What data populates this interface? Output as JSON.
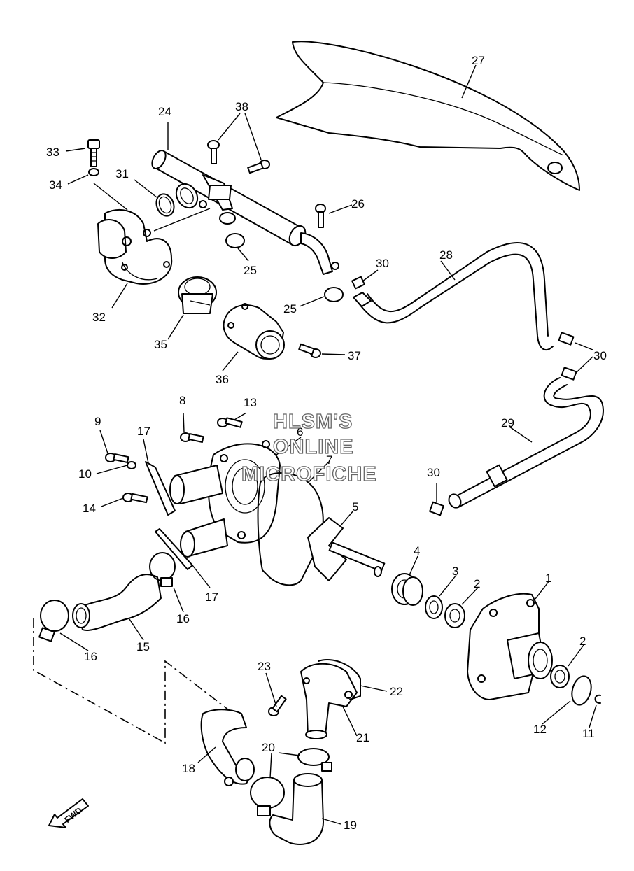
{
  "watermark": {
    "line1": "HLSM'S",
    "line2": "ONLINE",
    "line3": "MICROFICHE"
  },
  "direction_label": "FWD",
  "part_numbers": {
    "p1": "1",
    "p2a": "2",
    "p2b": "2",
    "p3": "3",
    "p4": "4",
    "p5": "5",
    "p6": "6",
    "p7": "7",
    "p8": "8",
    "p9": "9",
    "p10": "10",
    "p11": "11",
    "p12": "12",
    "p13": "13",
    "p14": "14",
    "p15": "15",
    "p16a": "16",
    "p16b": "16",
    "p17a": "17",
    "p17b": "17",
    "p18": "18",
    "p19": "19",
    "p20": "20",
    "p21": "21",
    "p22": "22",
    "p23": "23",
    "p24": "24",
    "p25a": "25",
    "p25b": "25",
    "p26": "26",
    "p27": "27",
    "p28": "28",
    "p29": "29",
    "p30a": "30",
    "p30b": "30",
    "p30c": "30",
    "p31": "31",
    "p32": "32",
    "p33": "33",
    "p34": "34",
    "p35": "35",
    "p36": "36",
    "p37": "37",
    "p38": "38"
  }
}
